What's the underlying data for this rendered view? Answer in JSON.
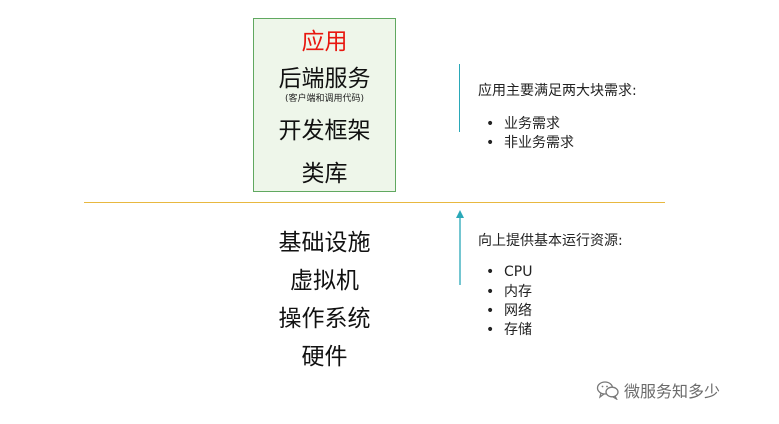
{
  "upper_stack": {
    "app": "应用",
    "backend": "后端服务",
    "backend_note": "(客户端和调用代码)",
    "framework": "开发框架",
    "library": "类库"
  },
  "lower_stack": {
    "infra": "基础设施",
    "vm": "虚拟机",
    "os": "操作系统",
    "hardware": "硬件"
  },
  "app_side": {
    "heading": "应用主要满足两大块需求:",
    "items": [
      "业务需求",
      "非业务需求"
    ]
  },
  "infra_side": {
    "heading": "向上提供基本运行资源:",
    "items": [
      "CPU",
      "内存",
      "网络",
      "存储"
    ]
  },
  "bullet_char": "•",
  "watermark": "微服务知多少",
  "colors": {
    "app_box_fill": "#eef6ea",
    "app_box_border": "#60a860",
    "app_text": "#e8170f",
    "divider": "#e8b840",
    "connector": "#2aa8b8"
  },
  "icons": {
    "watermark_icon": "wechat-icon"
  }
}
